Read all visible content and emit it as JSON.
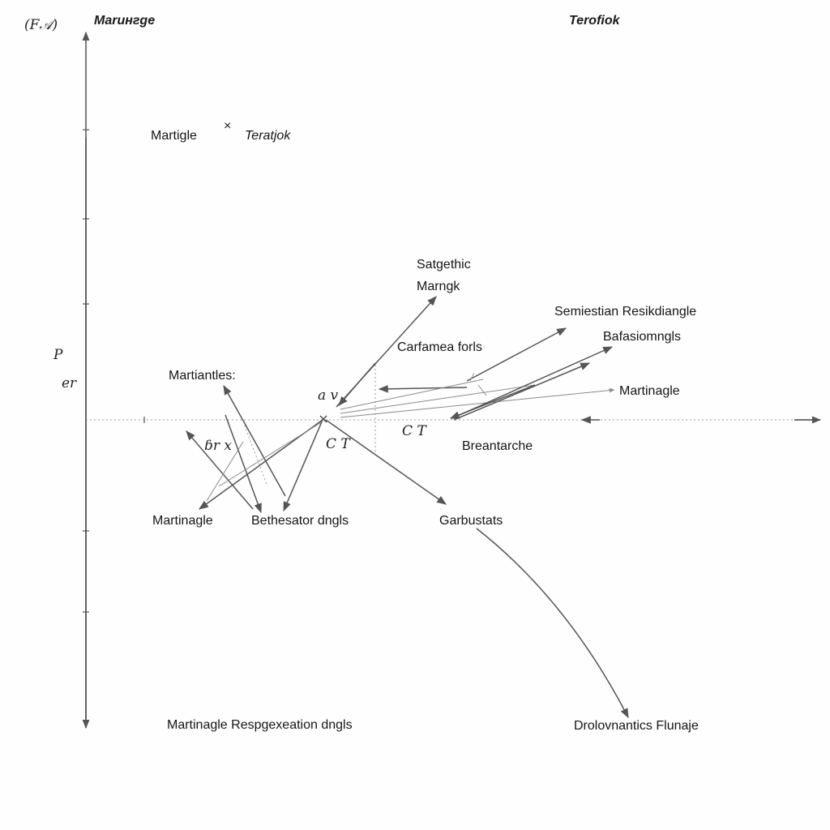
{
  "header": {
    "symbol": "(F𝒜)",
    "left_title": "Marингge",
    "right_title": "Terofiok"
  },
  "labels": {
    "top_pair_left": "Martigle",
    "top_pair_cross": "×",
    "top_pair_right": "Teratjok",
    "axis_p": "P",
    "axis_er": "er",
    "satgethic": "Satgethic",
    "marngk": "Marngk",
    "semiestian": "Semiestian Resikdiangle",
    "bafasiomngls": "Bafasiomngls",
    "carfamea": "Carfamea forls",
    "martingle_right": "Martinagle",
    "av": "a v",
    "martiantles": "Martiantles:",
    "ct1": "C T",
    "ct2": "C T",
    "breantarche": "Breantarche",
    "gryx": "ɓr x",
    "martingle_left": "Martinagle",
    "bethesator": "Bethesator dngls",
    "garbustats": "Garbustats",
    "bottom_left": "Martinagle Respgexeation  dngls",
    "bottom_right": "Drolovnantics  Flunaje"
  }
}
